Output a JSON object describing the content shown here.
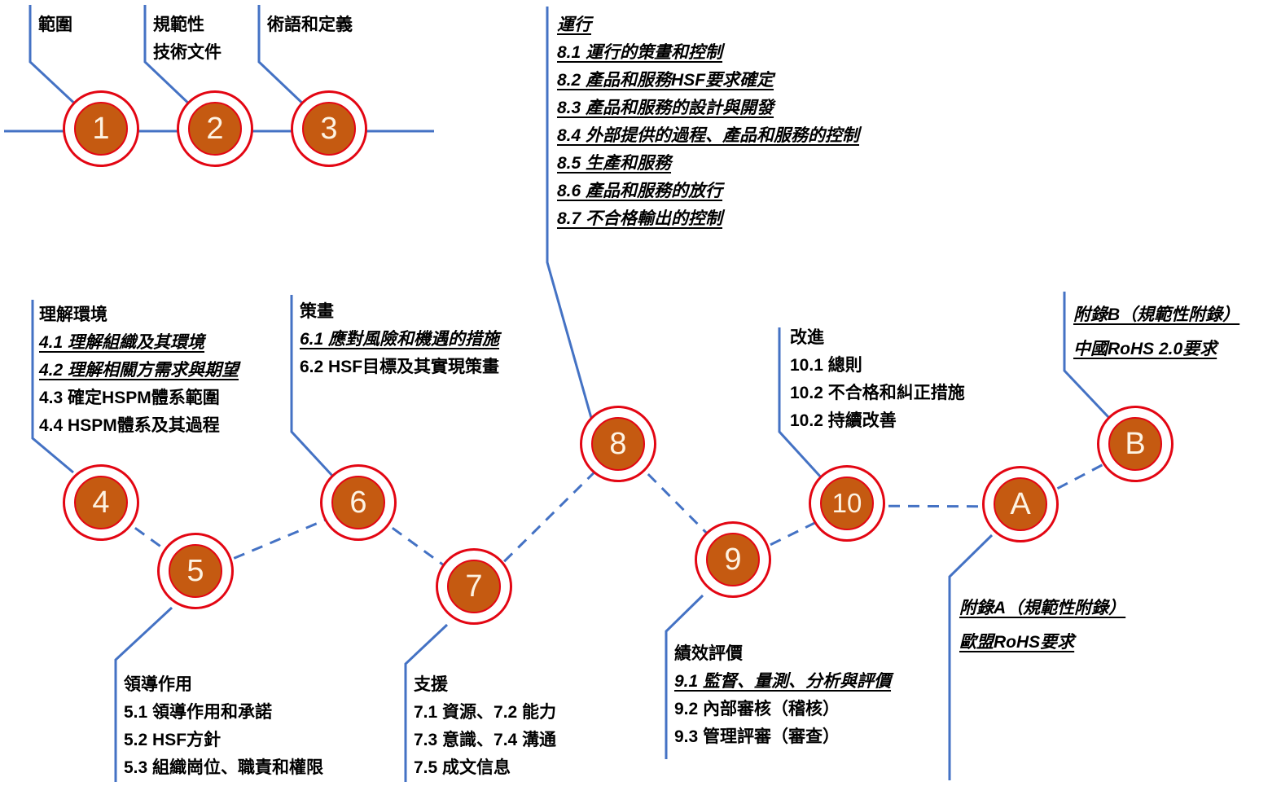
{
  "colors": {
    "node_fill": "#c55a11",
    "node_ring": "#e30613",
    "node_label": "#fdf3e3",
    "connector": "#4472c4",
    "text": "#000000"
  },
  "nodes": [
    {
      "id": "1",
      "label": "1"
    },
    {
      "id": "2",
      "label": "2"
    },
    {
      "id": "3",
      "label": "3"
    },
    {
      "id": "4",
      "label": "4"
    },
    {
      "id": "5",
      "label": "5"
    },
    {
      "id": "6",
      "label": "6"
    },
    {
      "id": "7",
      "label": "7"
    },
    {
      "id": "8",
      "label": "8"
    },
    {
      "id": "9",
      "label": "9"
    },
    {
      "id": "10",
      "label": "10"
    },
    {
      "id": "A",
      "label": "A"
    },
    {
      "id": "B",
      "label": "B"
    }
  ],
  "sections": {
    "scope": {
      "title": "範圍"
    },
    "normative": {
      "line1": "規範性",
      "line2": "技術文件"
    },
    "terms": {
      "title": "術語和定義"
    },
    "operation": {
      "title": "運行",
      "items": [
        "8.1 運行的策畫和控制",
        "8.2 產品和服務HSF要求確定",
        "8.3 產品和服務的設計與開發",
        "8.4 外部提供的過程、產品和服務的控制",
        "8.5 生產和服務",
        "8.6 產品和服務的放行",
        "8.7 不合格輸出的控制"
      ]
    },
    "context": {
      "title": "理解環境",
      "items": [
        "4.1 理解組織及其環境",
        "4.2 理解相關方需求與期望",
        "4.3 確定HSPM體系範圍",
        "4.4 HSPM體系及其過程"
      ]
    },
    "planning": {
      "title": "策畫",
      "items": [
        "6.1 應對風險和機遇的措施",
        "6.2 HSF目標及其實現策畫"
      ]
    },
    "improvement": {
      "title": "改進",
      "items": [
        "10.1 總則",
        "10.2 不合格和糾正措施",
        "10.2 持續改善"
      ]
    },
    "annex_b": {
      "line1": "附錄B（規範性附錄）",
      "line2": "中國RoHS 2.0要求"
    },
    "leadership": {
      "title": "領導作用",
      "items": [
        "5.1 領導作用和承諾",
        "5.2 HSF方針",
        "5.3 組織崗位、職責和權限"
      ]
    },
    "support": {
      "title": "支援",
      "items": [
        "7.1 資源、7.2 能力",
        "7.3 意識、7.4 溝通",
        "7.5 成文信息"
      ]
    },
    "performance": {
      "title": "績效評價",
      "items": [
        "9.1 監督、量測、分析與評價",
        "9.2 內部審核（稽核）",
        "9.3 管理評審（審查）"
      ]
    },
    "annex_a": {
      "line1": "附錄A（規範性附錄）",
      "line2": "歐盟RoHS要求"
    }
  }
}
